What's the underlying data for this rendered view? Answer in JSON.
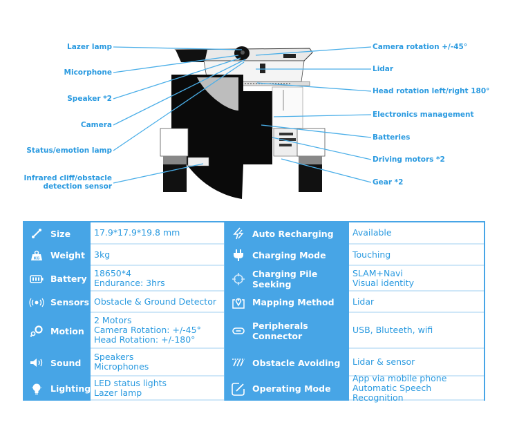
{
  "diagram": {
    "callouts_left": [
      {
        "id": "lazer-lamp",
        "text": "Lazer lamp"
      },
      {
        "id": "microphone",
        "text": "Micorphone"
      },
      {
        "id": "speaker",
        "text": "Speaker *2"
      },
      {
        "id": "camera",
        "text": "Camera"
      },
      {
        "id": "status-lamp",
        "text": "Status/emotion lamp"
      },
      {
        "id": "infrared-sensor",
        "text": "Infrared cliff/obstacle",
        "text2": "detection sensor"
      }
    ],
    "callouts_right": [
      {
        "id": "camera-rotation",
        "text": "Camera rotation +/-45°"
      },
      {
        "id": "lidar",
        "text": "Lidar"
      },
      {
        "id": "head-rotation",
        "text": "Head rotation left/right 180°"
      },
      {
        "id": "electronics",
        "text": "Electronics management"
      },
      {
        "id": "batteries",
        "text": "Batteries"
      },
      {
        "id": "driving-motors",
        "text": "Driving motors *2"
      },
      {
        "id": "gear",
        "text": "Gear *2"
      }
    ],
    "line_color": "#4aaee8"
  },
  "specs": {
    "colors": {
      "accent": "#47a5e6",
      "text": "#2a9ae0",
      "cell_bg": "#ffffff"
    },
    "rows": [
      {
        "left": {
          "icon": "resize-icon",
          "label": "Size",
          "values": [
            "17.9*17.9*19.8 mm"
          ]
        },
        "right": {
          "icon": "lightning-icon",
          "label": "Auto Recharging",
          "values": [
            "Available"
          ]
        }
      },
      {
        "left": {
          "icon": "weight-icon",
          "label": "Weight",
          "values": [
            "3kg"
          ]
        },
        "right": {
          "icon": "plug-icon",
          "label": "Charging Mode",
          "values": [
            "Touching"
          ]
        }
      },
      {
        "left": {
          "icon": "battery-icon",
          "label": "Battery",
          "values": [
            "18650*4",
            "Endurance: 3hrs"
          ]
        },
        "right": {
          "icon": "crosshair-icon",
          "label": "Charging Pile Seeking",
          "values": [
            "SLAM+Navi",
            "Visual identity"
          ]
        }
      },
      {
        "left": {
          "icon": "signal-icon",
          "label": "Sensors",
          "values": [
            "Obstacle & Ground Detector"
          ]
        },
        "right": {
          "icon": "map-pin-icon",
          "label": "Mapping Method",
          "values": [
            "Lidar"
          ]
        }
      },
      {
        "left": {
          "icon": "gears-icon",
          "label": "Motion",
          "values": [
            "2 Motors",
            "Camera Rotation: +/-45°",
            "Head Rotation: +/-180°"
          ]
        },
        "right": {
          "icon": "link-icon",
          "label": "Peripherals Connector",
          "values": [
            "USB, Bluteeth, wifi"
          ]
        }
      },
      {
        "left": {
          "icon": "speaker-icon",
          "label": "Sound",
          "values": [
            "Speakers",
            "Microphones"
          ]
        },
        "right": {
          "icon": "obstacle-icon",
          "label": "Obstacle Avoiding",
          "values": [
            "Lidar & sensor"
          ]
        }
      },
      {
        "left": {
          "icon": "bulb-icon",
          "label": "Lighting",
          "values": [
            "LED status lights",
            "Lazer lamp"
          ]
        },
        "right": {
          "icon": "edit-icon",
          "label": "Operating Mode",
          "values": [
            "App via mobile phone",
            "Automatic Speech Recognition"
          ]
        }
      }
    ]
  }
}
